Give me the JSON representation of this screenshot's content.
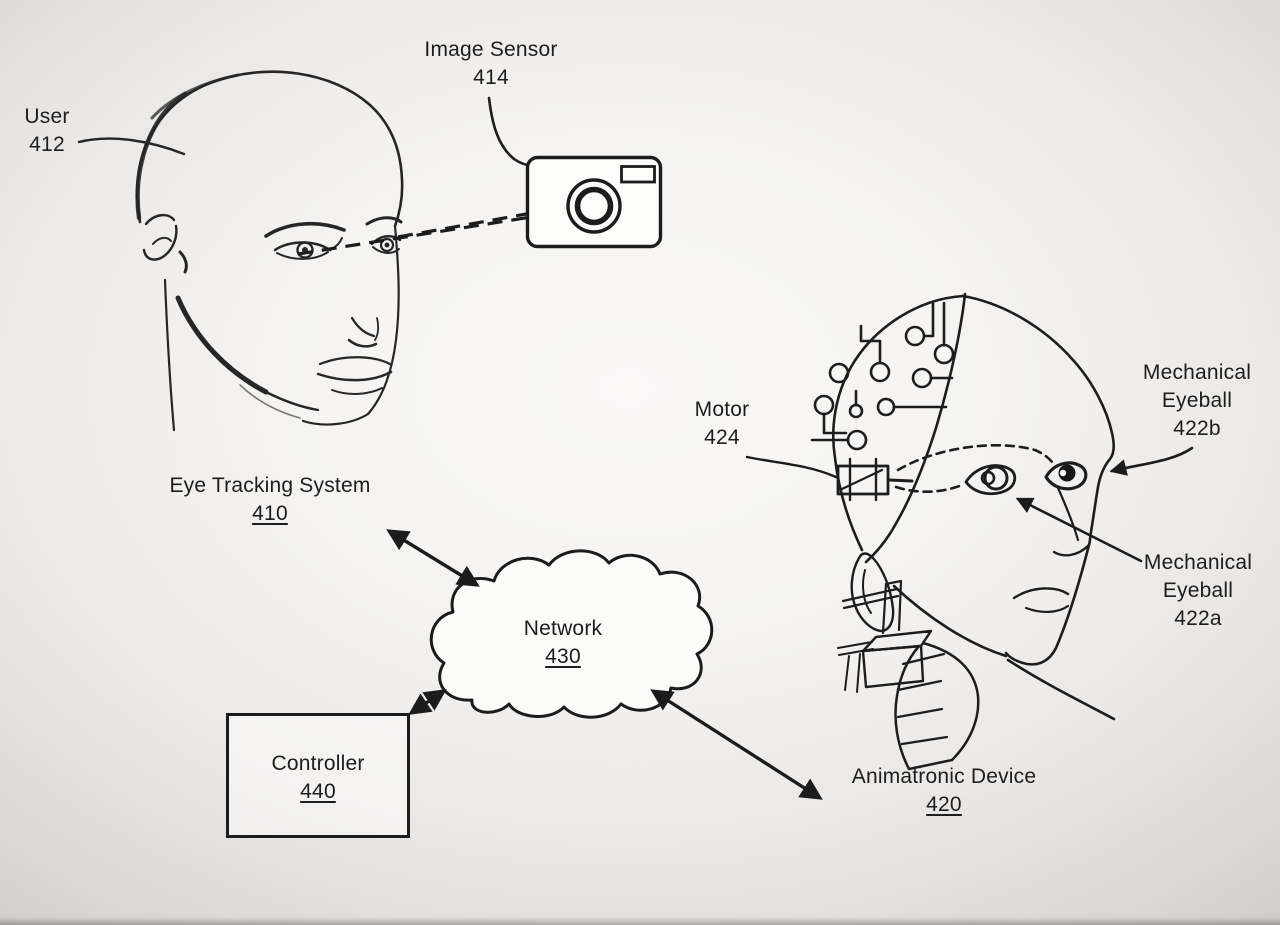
{
  "labels": {
    "user": {
      "line1": "User",
      "line2": "412"
    },
    "image_sensor": {
      "line1": "Image Sensor",
      "line2": "414"
    },
    "eye_tracking": {
      "line1": "Eye Tracking System",
      "line2": "410"
    },
    "network": {
      "line1": "Network",
      "line2": "430"
    },
    "controller": {
      "line1": "Controller",
      "line2": "440"
    },
    "animatronic": {
      "line1": "Animatronic Device",
      "line2": "420"
    },
    "motor": {
      "line1": "Motor",
      "line2": "424"
    },
    "eyeball_b": {
      "line1": "Mechanical",
      "line2": "Eyeball",
      "line3": "422b"
    },
    "eyeball_a": {
      "line1": "Mechanical",
      "line2": "Eyeball",
      "line3": "422a"
    }
  },
  "colors": {
    "ink": "#1c1c1c",
    "background_center": "#faf9f8",
    "background_edge": "#b3b2b0"
  }
}
